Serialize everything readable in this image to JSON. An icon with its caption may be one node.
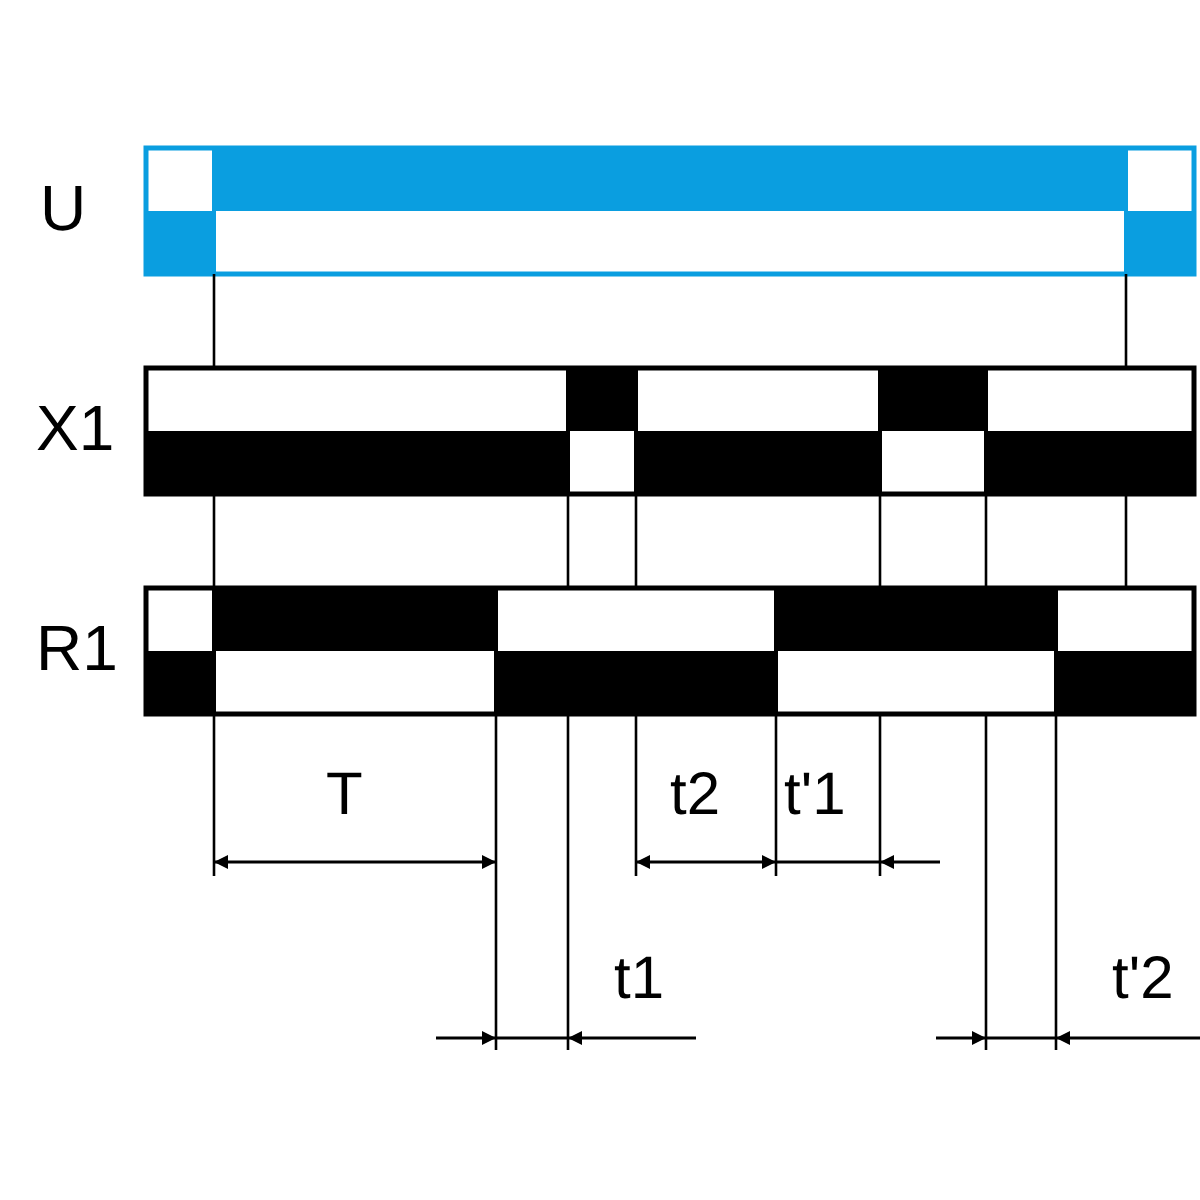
{
  "diagram": {
    "labels": [
      "U",
      "X1",
      "R1",
      "T",
      "t2",
      "t'1",
      "t1",
      "t'2"
    ]
  }
}
